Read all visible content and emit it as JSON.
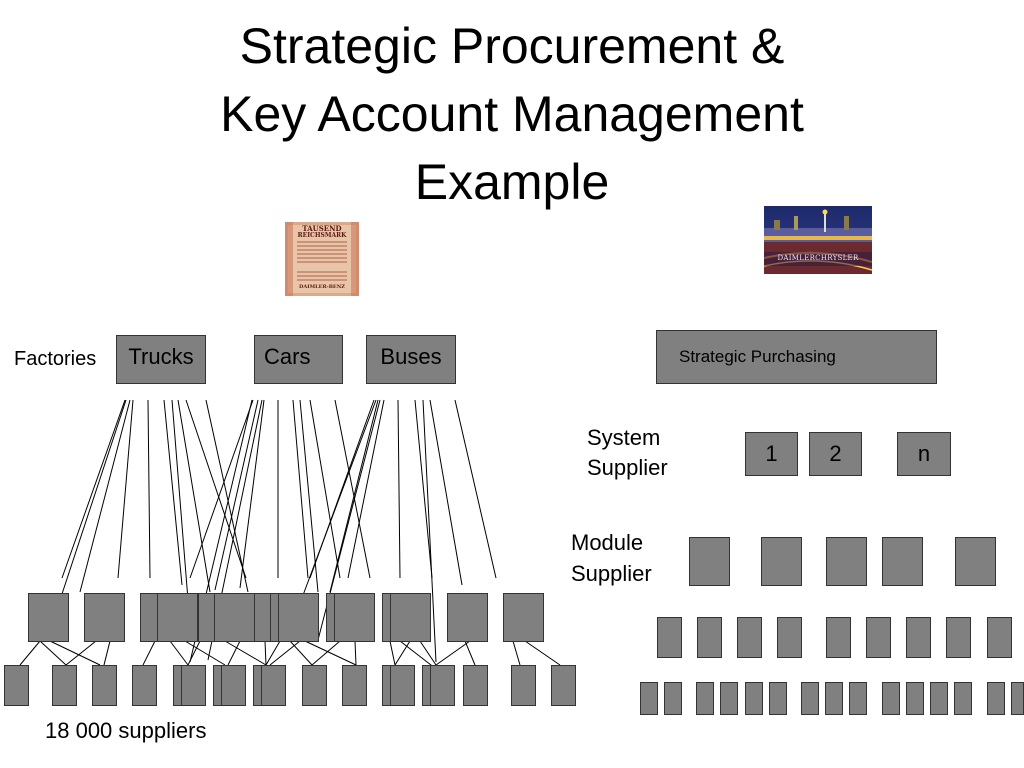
{
  "title": {
    "line1": "Strategic Procurement &",
    "line2": "Key Account Management",
    "line3": "Example"
  },
  "left": {
    "factories_label": "Factories",
    "factories": [
      "Trucks",
      "Cars",
      "Buses"
    ],
    "suppliers_label": "18 000 suppliers"
  },
  "right": {
    "strategic_purchasing_label": "Strategic Purchasing",
    "system_supplier_label_1": "System",
    "system_supplier_label_2": "Supplier",
    "system_suppliers": [
      "1",
      "2",
      "n"
    ],
    "module_supplier_label_1": "Module",
    "module_supplier_label_2": "Supplier"
  },
  "images": {
    "banknote_text_1": "TAUSEND",
    "banknote_text_2": "REICHSMARK",
    "banknote_text_3": "DAIMLER-BENZ",
    "plant_sign_text": "DAIMLERCHRYSLER"
  },
  "colors": {
    "box_fill": "#808080",
    "box_border": "#333333",
    "line": "#000000",
    "background": "#ffffff"
  }
}
